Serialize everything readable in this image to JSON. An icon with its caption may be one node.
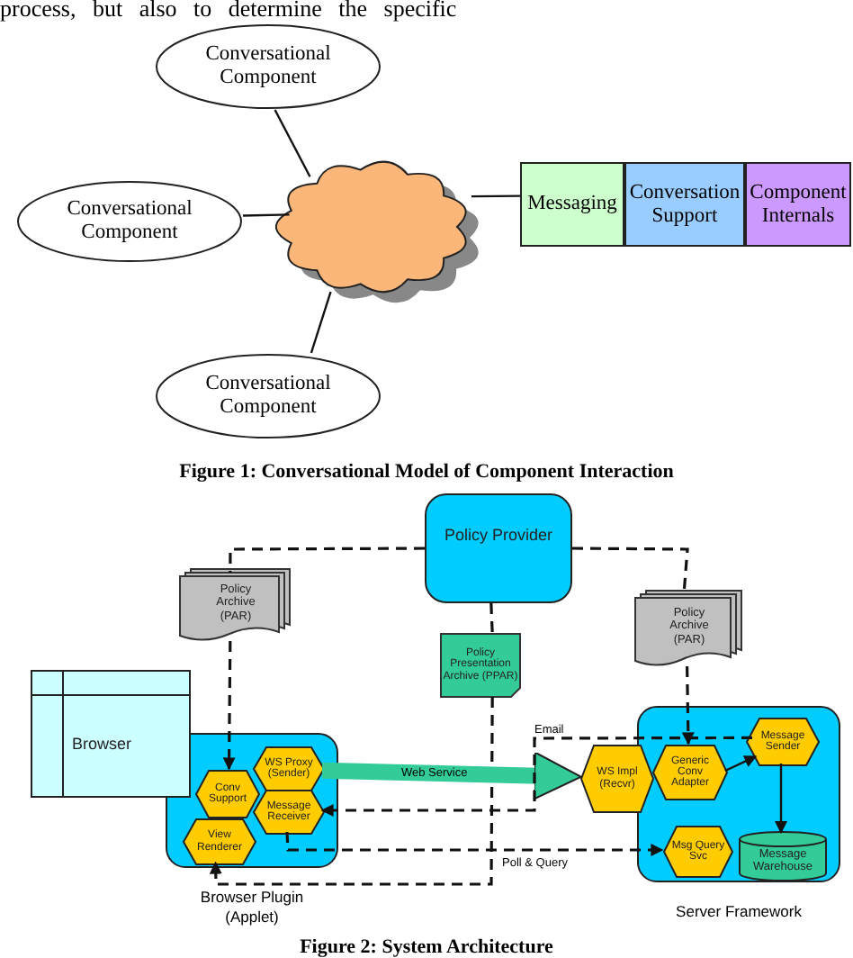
{
  "diagram": {
    "nodes": [
      {
        "text": [
          "Conversational Component"
        ]
      },
      {
        "text": [
          "Conversational Component"
        ]
      },
      {
        "text": [],
        "shape": "cloud"
      },
      {
        "text": [
          "Messaging"
        ]
      },
      {
        "text": [
          "Conversation Support"
        ]
      },
      {
        "text": [
          "Component Internals"
        ]
      },
      {
        "text": [
          "Conversational Component"
        ]
      },
      {
        "text": [
          "Policy Provider"
        ]
      },
      {
        "text": [
          "Policy Archive (PAR)"
        ]
      },
      {
        "text": [
          "Policy Presentation Archive (PPAR)"
        ]
      },
      {
        "text": [
          "Policy Archive (PAR)"
        ]
      },
      {
        "text": [
          "Browser"
        ]
      },
      {
        "text": [
          "Browser Plugin (Applet)"
        ]
      },
      {
        "text": [
          "WS Proxy (Sender)"
        ],
        "in": 12
      },
      {
        "text": [
          "Conv Support"
        ],
        "in": 12
      },
      {
        "text": [
          "Message Receiver"
        ],
        "in": 12
      },
      {
        "text": [
          "View Renderer"
        ],
        "in": 12
      },
      {
        "text": [
          "Server Framework"
        ]
      },
      {
        "text": [
          "WS Impl (Recvr)"
        ]
      },
      {
        "text": [
          "Generic Conv Adapter"
        ],
        "in": 17
      },
      {
        "text": [
          "Message Sender"
        ],
        "in": 17
      },
      {
        "text": [
          "Msg Query Svc"
        ],
        "in": 17
      },
      {
        "text": [
          "Message Warehouse"
        ],
        "in": 17
      }
    ],
    "edges": [
      {
        "from": 0,
        "to": 2,
        "arrow": "none"
      },
      {
        "from": 1,
        "to": 2,
        "arrow": "none"
      },
      {
        "from": 6,
        "to": 2,
        "arrow": "none"
      },
      {
        "from": 2,
        "to": 3,
        "arrow": "none"
      },
      {
        "from": 7,
        "to": 8,
        "arrow": "none",
        "style": "dashed"
      },
      {
        "from": 8,
        "to": 14,
        "arrow": "to",
        "style": "dashed"
      },
      {
        "from": 7,
        "to": 10,
        "arrow": "none",
        "style": "dashed"
      },
      {
        "from": 10,
        "to": 19,
        "arrow": "to",
        "style": "dashed"
      },
      {
        "from": 7,
        "to": 9,
        "arrow": "none",
        "style": "dashed"
      },
      {
        "from": 9,
        "to": 16,
        "arrow": "to",
        "style": "dashed"
      },
      {
        "from": 13,
        "to": 18,
        "arrow": "to",
        "label": "Web Service",
        "style": "thick",
        "color": "#33cc99"
      },
      {
        "from": 20,
        "to": 15,
        "arrow": "to",
        "label": "Email",
        "style": "dashed"
      },
      {
        "from": 15,
        "to": 21,
        "arrow": "to",
        "label": "Poll & Query",
        "style": "dashed"
      },
      {
        "from": 19,
        "to": 20,
        "arrow": "to"
      },
      {
        "from": 20,
        "to": 22,
        "arrow": "to"
      }
    ],
    "labels": [
      "process, but also to determine the specific",
      "Figure 1: Conversational Model of Component Interaction",
      "Figure 2: System Architecture"
    ]
  }
}
